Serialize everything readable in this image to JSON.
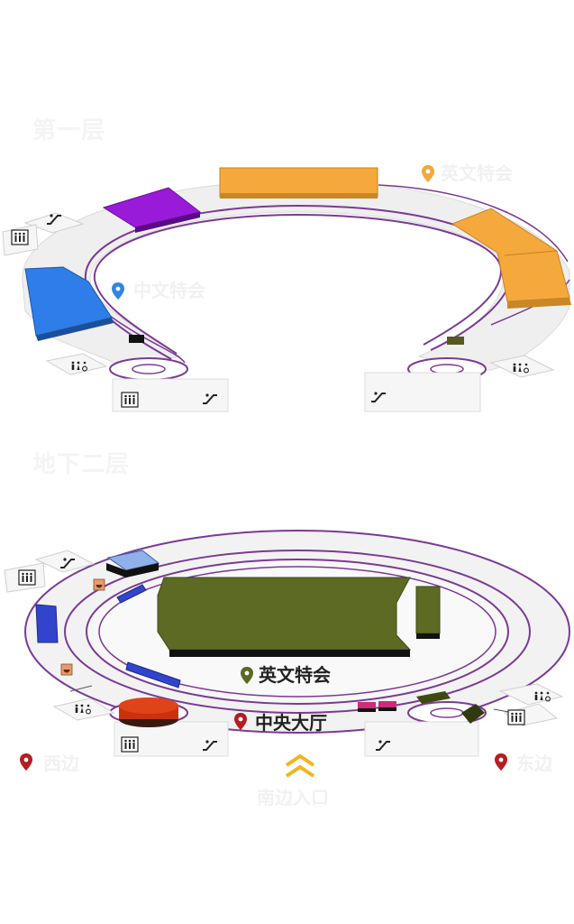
{
  "floors": [
    {
      "title": "第一层",
      "locations": [
        {
          "label": "英文特会",
          "pin_color": "#f1a93b",
          "style": "faint"
        },
        {
          "label": "中文特会",
          "pin_color": "#2f86e6",
          "style": "faint"
        }
      ]
    },
    {
      "title": "地下二层",
      "locations": [
        {
          "label": "英文特会",
          "pin_color": "#5b6a1f",
          "style": "dark"
        },
        {
          "label": "中央大厅",
          "pin_color": "#b51d22",
          "style": "dark"
        },
        {
          "label": "西边",
          "pin_color": "#b51d22",
          "style": "faint"
        },
        {
          "label": "东边",
          "pin_color": "#b51d22",
          "style": "faint"
        },
        {
          "label": "南边入口",
          "pin_color": "",
          "style": "faint"
        }
      ]
    }
  ],
  "colors": {
    "ring": "#7a3a95",
    "orange_block": "#f5a93c",
    "purple_block": "#9a1ad9",
    "blue_block": "#2f7de8",
    "olive_block": "#5c6a24",
    "red_block": "#c8330e",
    "entrance_arrow": "#f2b51e"
  },
  "icons": [
    "restroom-icon",
    "accessible-icon",
    "elevator-icon",
    "escalator-icon",
    "food-icon",
    "chevron-double-up-icon",
    "location-pin-icon"
  ]
}
